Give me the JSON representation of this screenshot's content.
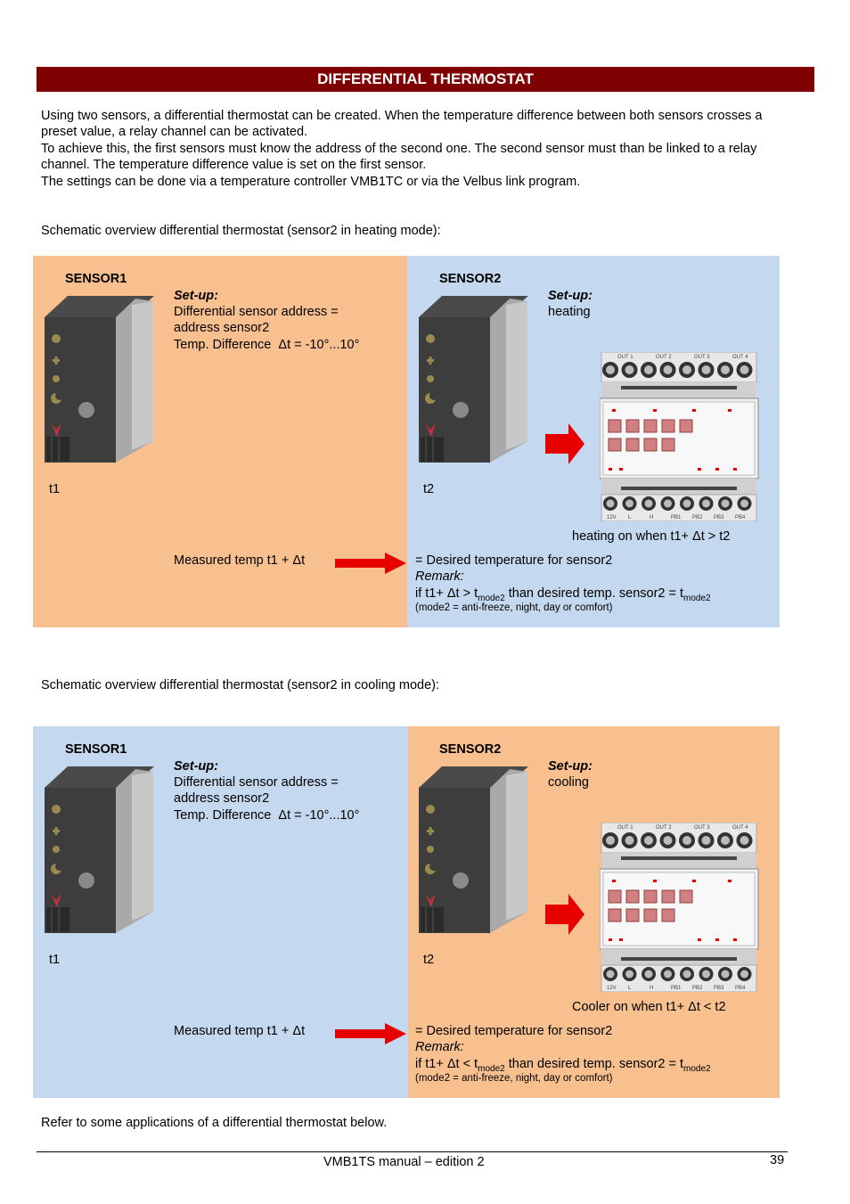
{
  "section_title": "DIFFERENTIAL THERMOSTAT",
  "intro": [
    "Using two sensors, a differential thermostat can be created. When the temperature difference between both sensors crosses a preset value, a relay channel can be activated.",
    "To achieve this, the first sensors must know the address of the second one. The second sensor must than be linked to a relay channel. The temperature difference value is set on the first sensor.",
    "The settings can be done via a temperature controller VMB1TC or via the Velbus link program."
  ],
  "diagrams": [
    {
      "caption": "Schematic overview differential thermostat (sensor2 in heating mode):",
      "left_color": "#f8c08f",
      "right_color": "#c4d8ef",
      "sensor1": {
        "title": "SENSOR1",
        "setup_label": "Set-up:",
        "setup_lines": [
          "Differential sensor address =",
          "address sensor2",
          "Temp. Difference  Δt = -10°...10°"
        ],
        "temp_label": "t1"
      },
      "sensor2": {
        "title": "SENSOR2",
        "setup_label": "Set-up:",
        "setup_lines": [
          "heating"
        ],
        "temp_label": "t2"
      },
      "relay_caption": "heating on when t1+ Δt > t2",
      "measured": "Measured temp t1 + Δt",
      "desired": "= Desired temperature for sensor2",
      "remark_label": "Remark:",
      "remark_pre": "if t1+ Δt > t",
      "remark_sub1": "mode2",
      "remark_mid": " than desired temp. sensor2 = t",
      "remark_sub2": "mode2",
      "mode_note": "(mode2 = anti-freeze, night, day or comfort)"
    },
    {
      "caption": "Schematic overview differential thermostat (sensor2 in cooling mode):",
      "left_color": "#c4d8ef",
      "right_color": "#f8c08f",
      "sensor1": {
        "title": "SENSOR1",
        "setup_label": "Set-up:",
        "setup_lines": [
          "Differential sensor address =",
          "address sensor2",
          "Temp. Difference  Δt = -10°...10°"
        ],
        "temp_label": "t1"
      },
      "sensor2": {
        "title": "SENSOR2",
        "setup_label": "Set-up:",
        "setup_lines": [
          "cooling"
        ],
        "temp_label": "t2"
      },
      "relay_caption": "Cooler on when t1+ Δt < t2",
      "measured": "Measured temp t1 + Δt",
      "desired": "= Desired temperature for sensor2",
      "remark_label": "Remark:",
      "remark_pre": "if t1+ Δt < t",
      "remark_sub1": "mode2",
      "remark_mid": " than desired temp. sensor2 = t",
      "remark_sub2": "mode2",
      "mode_note": "(mode2 = anti-freeze, night, day or comfort)"
    }
  ],
  "relay_labels": {
    "top": [
      "OUT 1",
      "OUT 2",
      "OUT 3",
      "OUT 4"
    ],
    "bottom": [
      "12V",
      "L",
      "H",
      "PB1",
      "PB2",
      "PB3",
      "PB4"
    ]
  },
  "closing": "Refer to some applications of a differential thermostat below.",
  "footer": {
    "manual": "VMB1TS manual – edition 2",
    "page": "39"
  },
  "icons": [
    "sensor-device-icon",
    "relay-module-icon",
    "red-arrow-icon"
  ]
}
